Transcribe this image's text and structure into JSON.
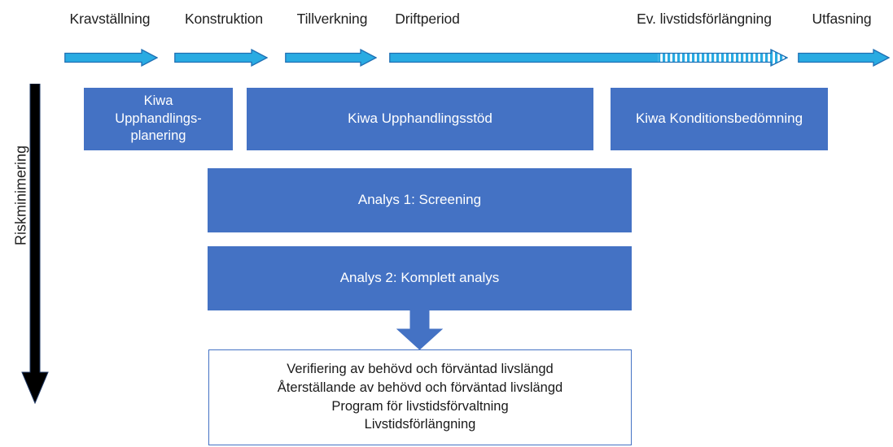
{
  "diagram": {
    "vertical_axis": {
      "label": "Riskminimering",
      "arrow_direction": "down",
      "color": "#000000"
    },
    "phases": [
      {
        "label": "Kravställning",
        "arrow_style": "solid"
      },
      {
        "label": "Konstruktion",
        "arrow_style": "solid"
      },
      {
        "label": "Tillverkning",
        "arrow_style": "solid"
      },
      {
        "label": "Driftperiod",
        "arrow_style": "solid"
      },
      {
        "label": "Ev. livstidsförlängning",
        "arrow_style": "striped"
      },
      {
        "label": "Utfasning",
        "arrow_style": "solid"
      }
    ],
    "service_boxes": [
      {
        "label": "Kiwa Upphandlings-planering",
        "lines": [
          "Kiwa",
          "Upphandlings-",
          "planering"
        ]
      },
      {
        "label": "Kiwa Upphandlingsstöd",
        "lines": [
          "Kiwa Upphandlingsstöd"
        ]
      },
      {
        "label": "Kiwa Konditionsbedömning",
        "lines": [
          "Kiwa Konditionsbedömning"
        ]
      }
    ],
    "analysis_boxes": [
      {
        "label": "Analys 1: Screening"
      },
      {
        "label": "Analys 2: Komplett analys"
      }
    ],
    "outcome_box": {
      "lines": [
        "Verifiering av behövd och förväntad livslängd",
        "Återställande av behövd och förväntad livslängd",
        "Program för livstidsförvaltning",
        "Livstidsförlängning"
      ]
    },
    "colors": {
      "timeline_arrow_fill": "#29ABE2",
      "timeline_arrow_stroke": "#1F6FB4",
      "box_fill": "#4472C4",
      "box_text": "#FFFFFF",
      "outcome_border": "#4472C4",
      "outcome_text": "#1A1A1A",
      "risk_arrow": "#000000",
      "label_text": "#202020"
    }
  }
}
